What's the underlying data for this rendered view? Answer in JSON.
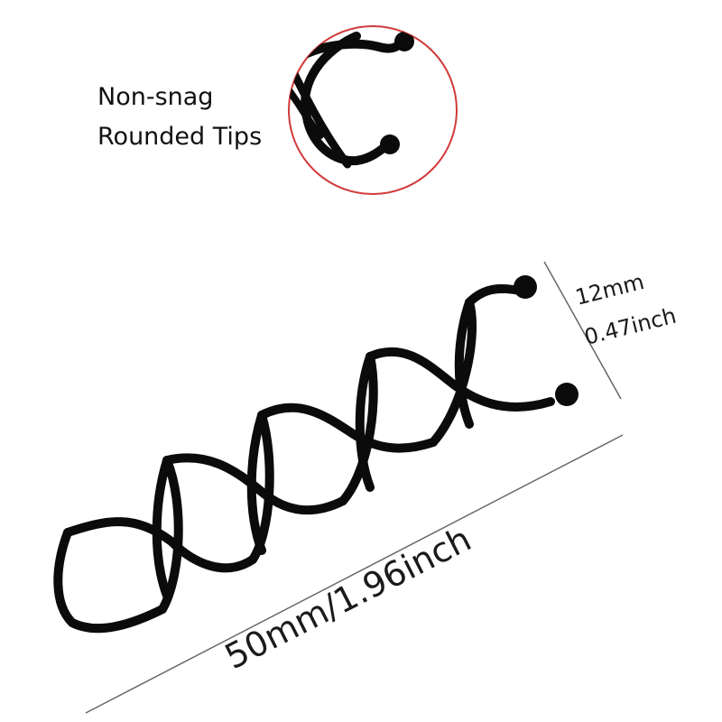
{
  "callout": {
    "line1": "Non-snag",
    "line2": "Rounded Tips"
  },
  "dimensions": {
    "width_mm": "12mm",
    "width_inch": "0.47inch",
    "length": "50mm/1.96inch"
  },
  "colors": {
    "wire": "#0b0b0b",
    "circle": "#d23a3a",
    "dimension_line": "#666666",
    "text": "#111111"
  }
}
